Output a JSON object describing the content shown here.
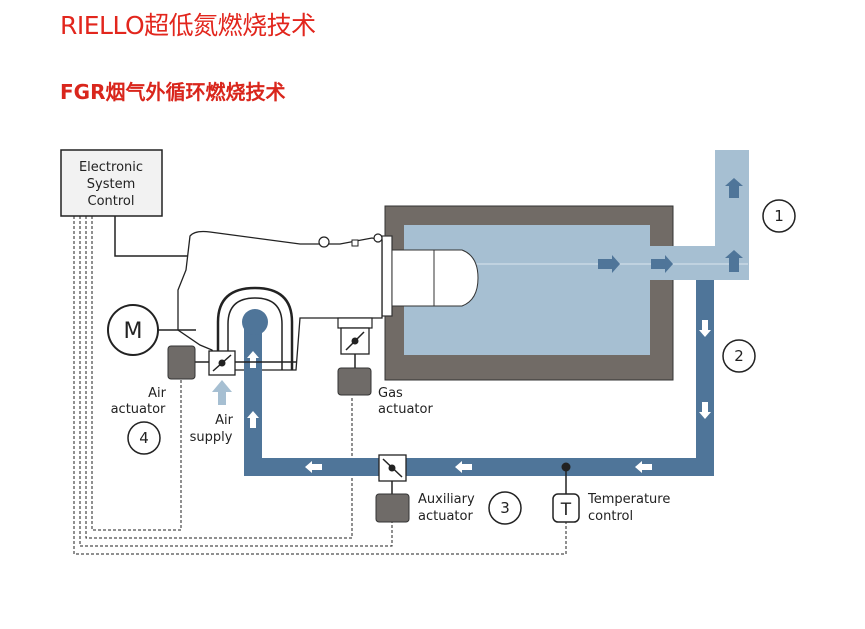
{
  "header": {
    "title": "RIELLO超低氮燃烧技术",
    "subtitle": "FGR烟气外循环燃烧技术"
  },
  "colors": {
    "title_red": "#e2261d",
    "pipe_blue": "#4f7599",
    "light_blue": "#a6bfd2",
    "chamber_gray": "#716b66",
    "actuator_gray": "#6f6b68"
  },
  "labels": {
    "control_line1": "Electronic",
    "control_line2": "System",
    "control_line3": "Control",
    "motor": "M",
    "air_actuator_line1": "Air",
    "air_actuator_line2": "actuator",
    "air_supply_line1": "Air",
    "air_supply_line2": "supply",
    "gas_actuator_line1": "Gas",
    "gas_actuator_line2": "actuator",
    "aux_actuator_line1": "Auxiliary",
    "aux_actuator_line2": "actuator",
    "temp_symbol": "T",
    "temp_line1": "Temperature",
    "temp_line2": "control"
  },
  "callouts": [
    "1",
    "2",
    "3",
    "4"
  ]
}
